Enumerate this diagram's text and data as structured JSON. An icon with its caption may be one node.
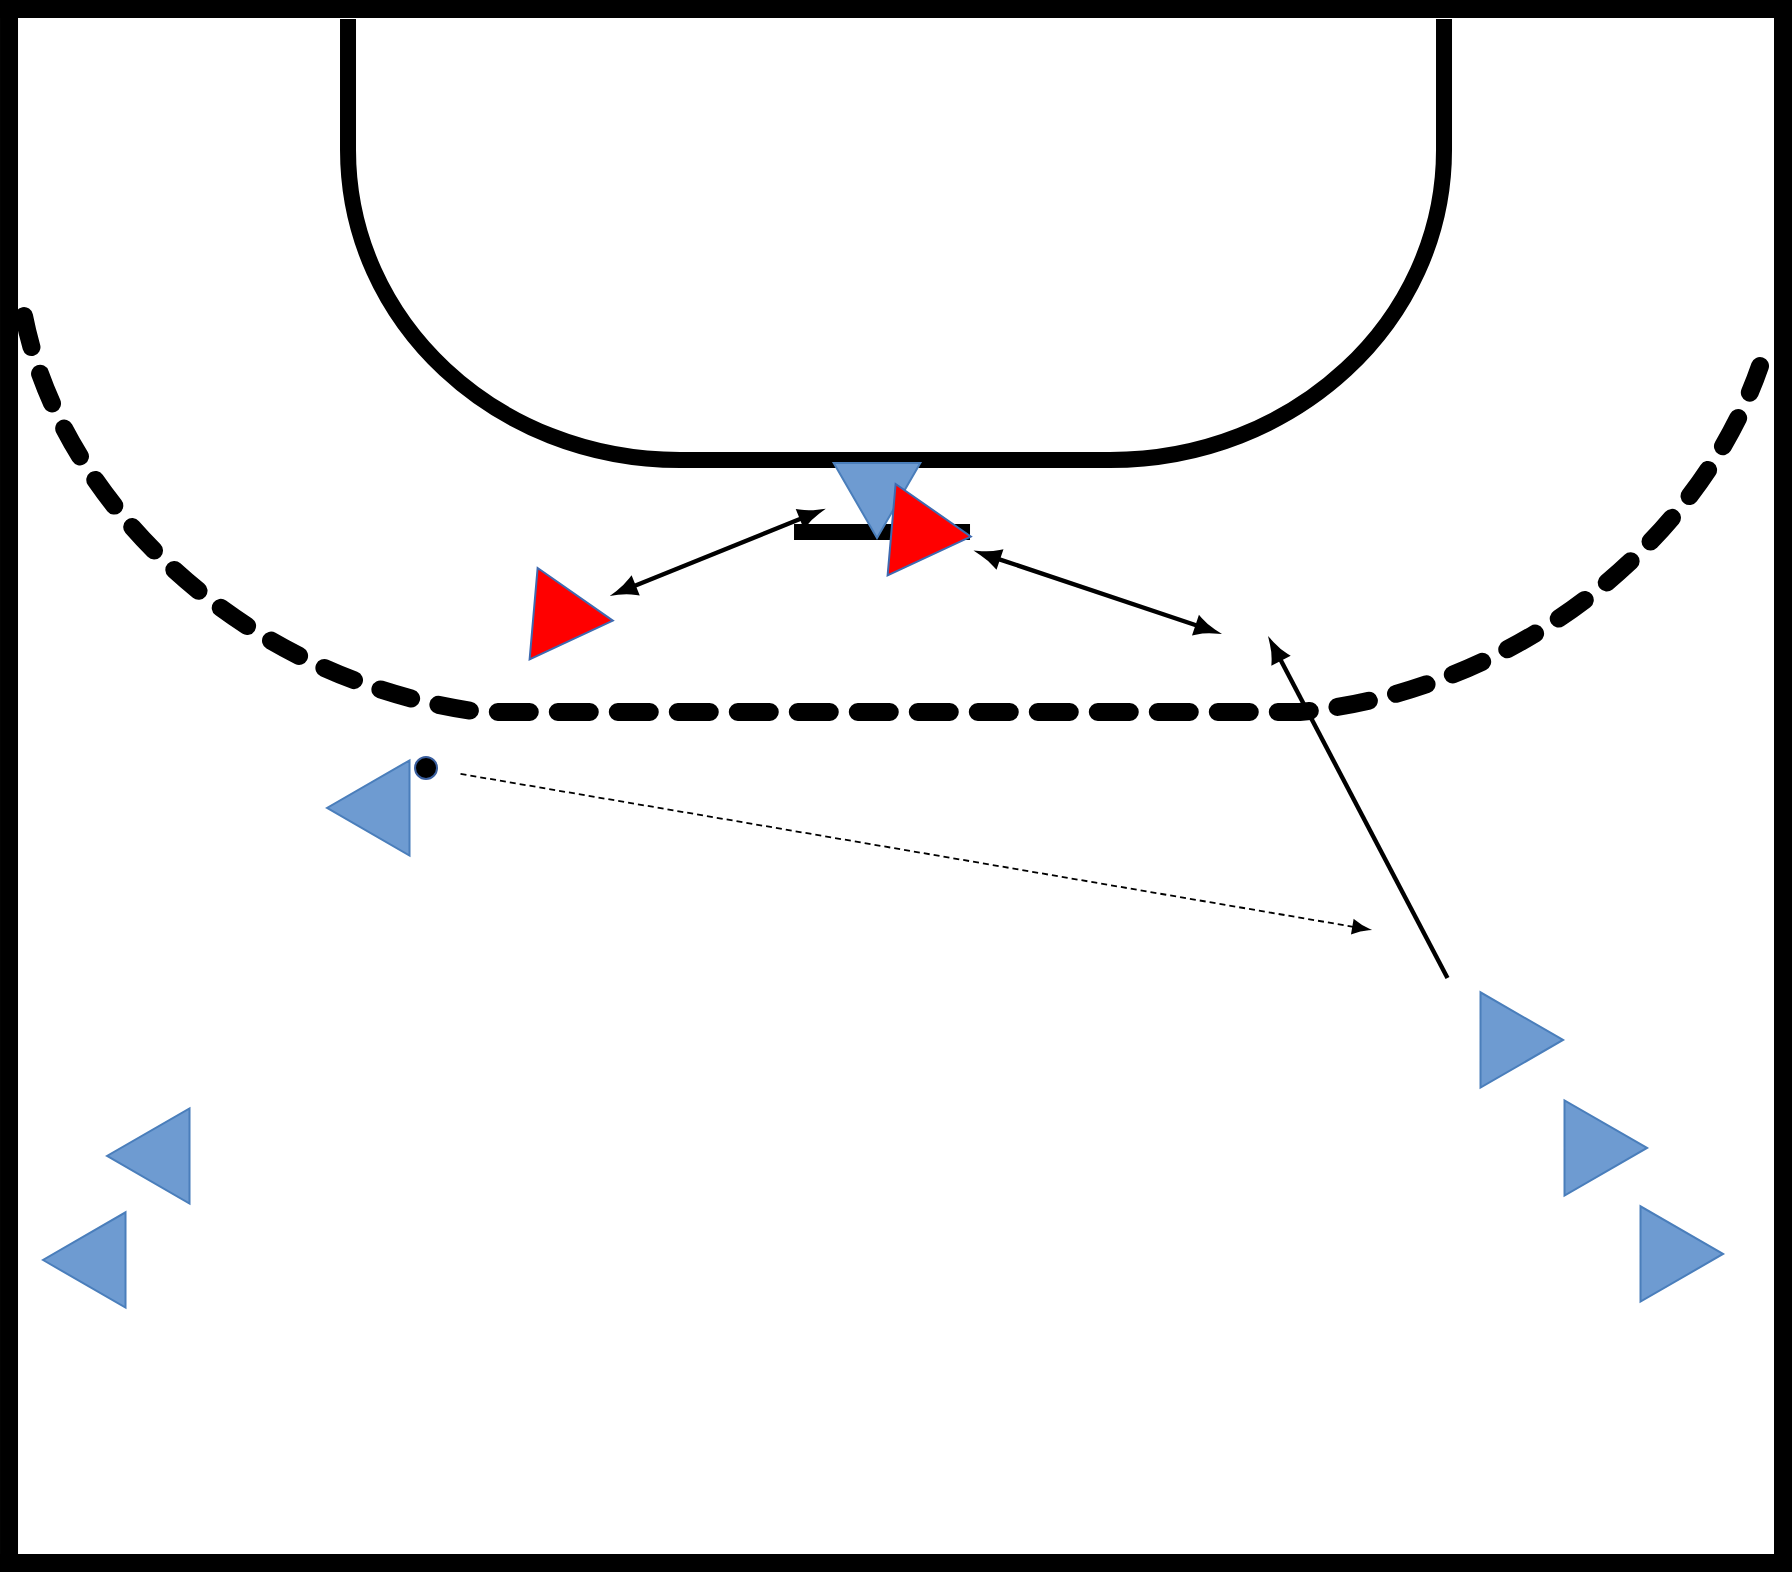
{
  "diagram": {
    "nodes": [
      {
        "text": [],
        "shape": "triangle"
      },
      {
        "text": [],
        "shape": "triangle"
      },
      {
        "text": [],
        "shape": "triangle"
      },
      {
        "text": [],
        "shape": "circle"
      },
      {
        "text": [],
        "shape": "triangle"
      },
      {
        "text": [],
        "shape": "triangle"
      },
      {
        "text": [],
        "shape": "triangle"
      },
      {
        "text": [],
        "shape": "triangle"
      },
      {
        "text": [],
        "shape": "triangle"
      },
      {
        "text": [],
        "shape": "triangle"
      }
    ],
    "edges": [
      {
        "from": 2,
        "to": 0,
        "arrow": "both"
      },
      {
        "from": 1,
        "to": null,
        "arrow": "both"
      },
      {
        "from": 5,
        "to": null,
        "arrow": "to"
      },
      {
        "from": 3,
        "to": null,
        "arrow": "to",
        "style": "dashed"
      }
    ]
  }
}
